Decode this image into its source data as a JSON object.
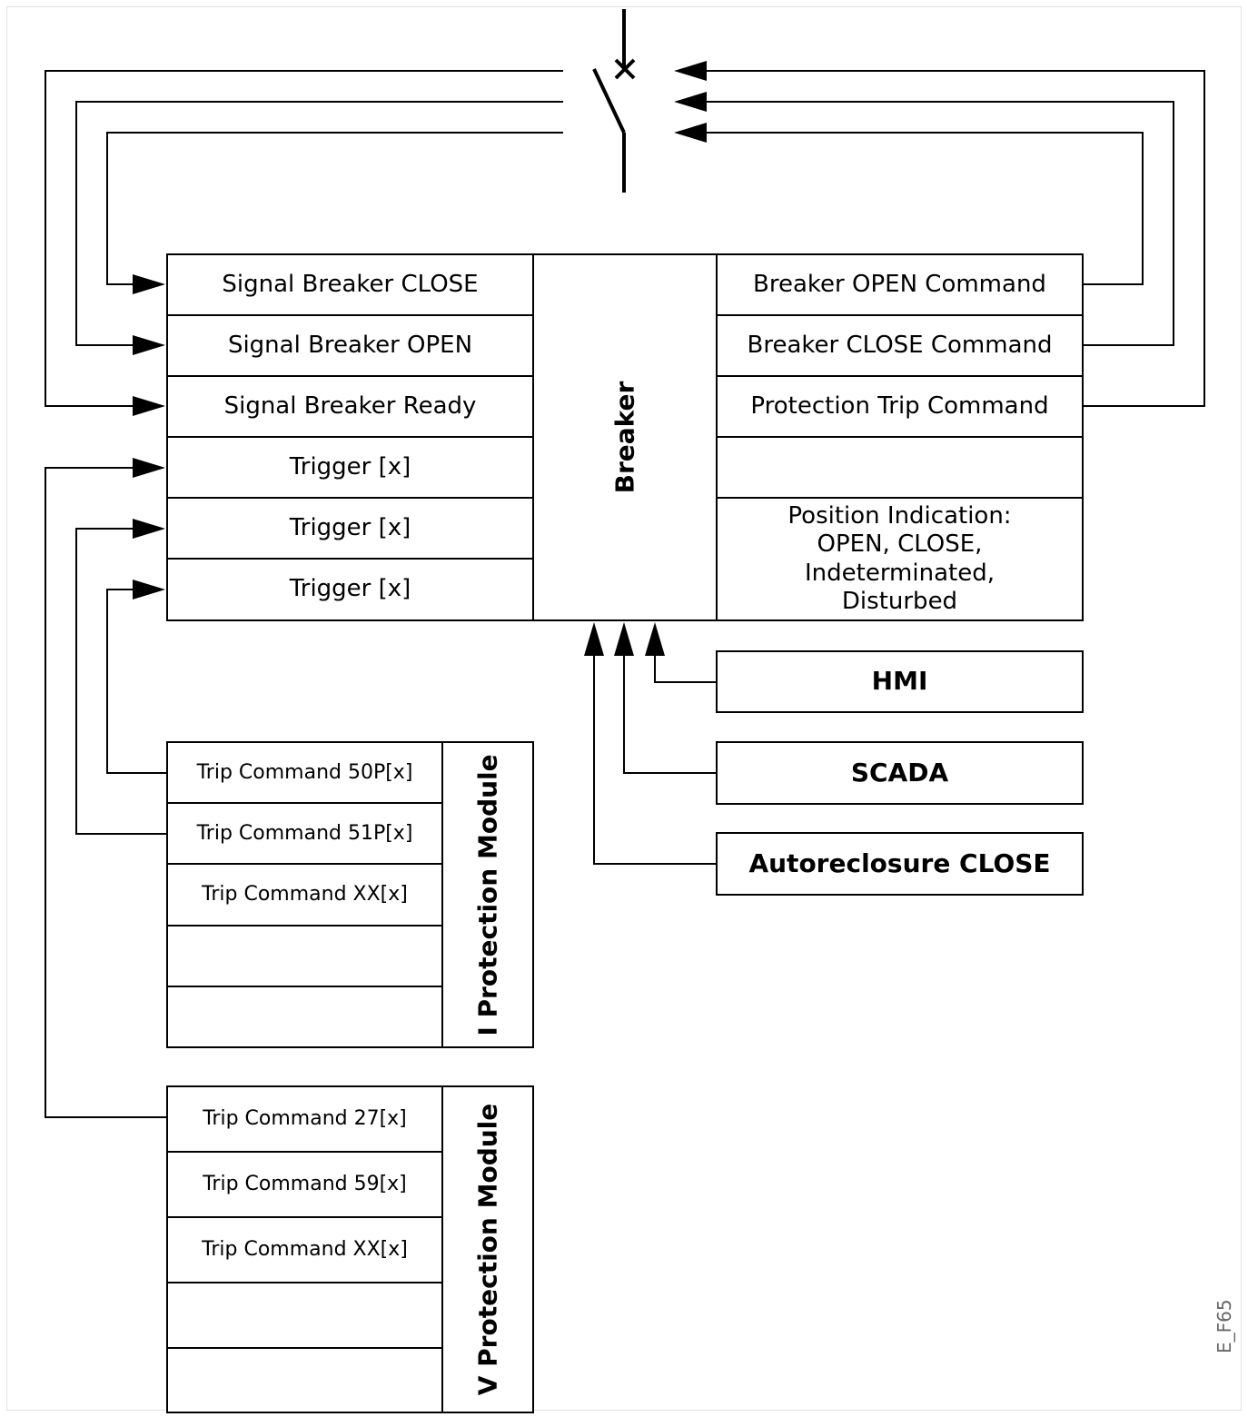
{
  "breaker_block": {
    "title": "Breaker",
    "inputs": [
      "Signal Breaker CLOSE",
      "Signal Breaker OPEN",
      "Signal Breaker Ready",
      "Trigger [x]",
      "Trigger [x]",
      "Trigger [x]"
    ],
    "outputs": [
      "Breaker OPEN Command",
      "Breaker CLOSE Command",
      "Protection Trip Command",
      "",
      "Position Indication:\nOPEN, CLOSE,\nIndeterminated,\nDisturbed"
    ]
  },
  "command_sources": [
    "HMI",
    "SCADA",
    "Autoreclosure CLOSE"
  ],
  "i_module": {
    "title": "I Protection Module",
    "rows": [
      "Trip Command 50P[x]",
      "Trip Command 51P[x]",
      "Trip Command XX[x]",
      "",
      ""
    ]
  },
  "v_module": {
    "title": "V Protection Module",
    "rows": [
      "Trip Command 27[x]",
      "Trip Command 59[x]",
      "Trip Command XX[x]",
      "",
      ""
    ]
  },
  "figure_id": "E_F65"
}
